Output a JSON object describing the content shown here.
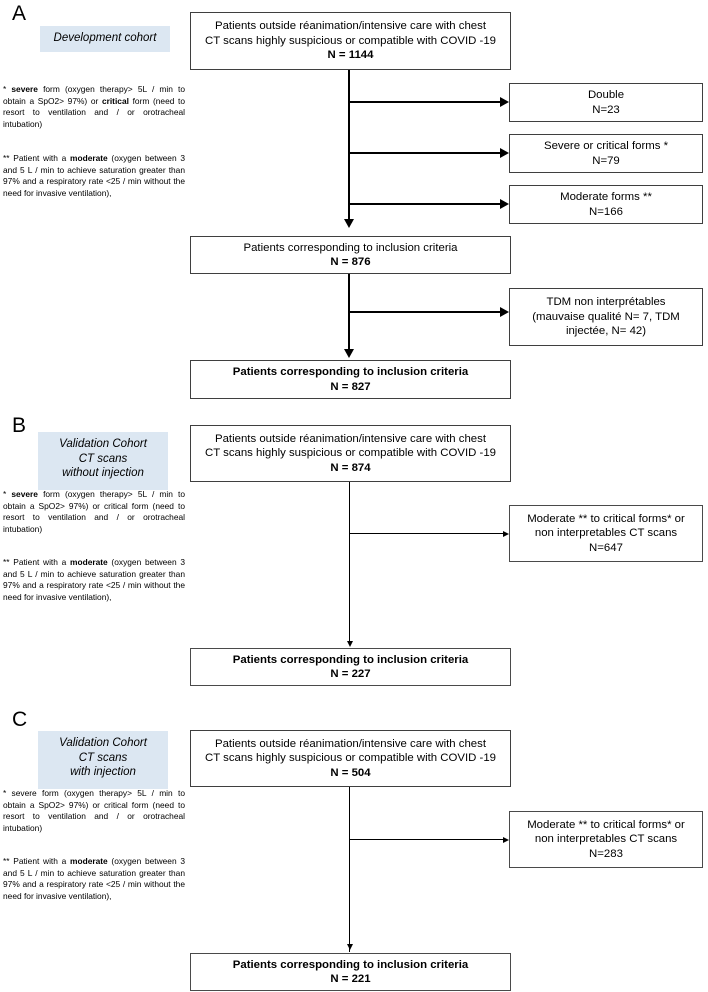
{
  "figure": {
    "type": "flowchart",
    "title": "Patient selection flow chart (development and validation cohorts)"
  },
  "footnote_text": {
    "star_prefix": "* ",
    "star_severe": "severe",
    "star_mid": " form (oxygen therapy> 5L / min to obtain a SpO2> 97%) or ",
    "star_critical": "critical",
    "star_tail": " form (need to resort to ventilation and / or orotracheal intubation)",
    "star_plain_full": "* severe form (oxygen therapy> 5L / min to obtain a SpO2> 97%) or critical form (need to resort to ventilation and / or orotracheal intubation)",
    "dstar_prefix": "** Patient with a ",
    "dstar_moderate": "moderate",
    "dstar_tail": " (oxygen between 3 and 5 L / min to achieve saturation greater than 97% and a respiratory rate <25 / min without the need for invasive ventilation),"
  },
  "panelA": {
    "letter": "A",
    "cohort_label": "Development cohort",
    "top_box": {
      "line1": "Patients outside réanimation/intensive care with chest",
      "line2": "CT scans highly suspicious or compatible with COVID -19",
      "line3": "N = 1144"
    },
    "exclusions": [
      {
        "line1": "Double",
        "line2": "N=23"
      },
      {
        "line1": "Severe or critical forms *",
        "line2": "N=79"
      },
      {
        "line1": "Moderate forms **",
        "line2": "N=166"
      }
    ],
    "mid_box": {
      "line1": "Patients corresponding to inclusion criteria",
      "line2": "N = 876"
    },
    "exclusion_tdm": {
      "line1": "TDM non interprétables",
      "line2": "(mauvaise qualité N= 7, TDM",
      "line3": "injectée, N= 42)"
    },
    "final_box": {
      "line1": "Patients corresponding to inclusion criteria",
      "line2": "N = 827"
    }
  },
  "panelB": {
    "letter": "B",
    "cohort_label_line1": "Validation Cohort",
    "cohort_label_line2": "CT scans",
    "cohort_label_line3": "without injection",
    "top_box": {
      "line1": "Patients outside réanimation/intensive care with chest",
      "line2": "CT scans highly suspicious or compatible with COVID -19",
      "line3": "N = 874"
    },
    "exclusion": {
      "line1": "Moderate ** to critical forms* or",
      "line2": "non interpretables CT scans",
      "line3": "N=647"
    },
    "final_box": {
      "line1": "Patients corresponding to inclusion criteria",
      "line2": "N = 227"
    }
  },
  "panelC": {
    "letter": "C",
    "cohort_label_line1": "Validation Cohort",
    "cohort_label_line2": "CT scans",
    "cohort_label_line3": "with injection",
    "top_box": {
      "line1": "Patients outside réanimation/intensive care with chest",
      "line2": "CT scans highly suspicious or compatible with COVID -19",
      "line3": "N = 504"
    },
    "exclusion": {
      "line1": "Moderate ** to critical forms* or",
      "line2": "non interpretables CT scans",
      "line3": "N=283"
    },
    "final_box": {
      "line1": "Patients corresponding to inclusion criteria",
      "line2": "N = 221"
    }
  },
  "colors": {
    "label_background": "#dce7f2",
    "box_border": "#3f3f3f",
    "connector": "#000000",
    "page_background": "#ffffff"
  }
}
